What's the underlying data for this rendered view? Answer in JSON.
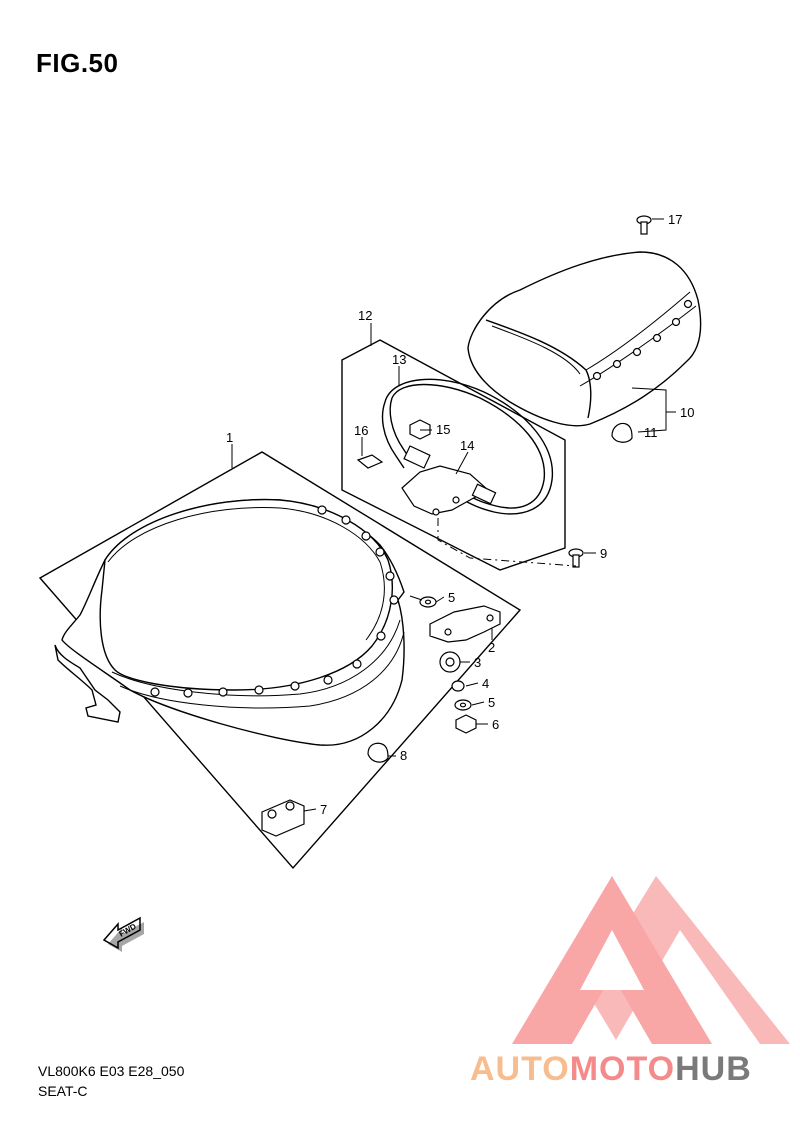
{
  "figure": {
    "title": "FIG.50",
    "drawing_code": "VL800K6 E03 E28_050",
    "section_name": "SEAT-C"
  },
  "callouts": [
    "1",
    "2",
    "3",
    "4",
    "5",
    "5",
    "6",
    "7",
    "8",
    "9",
    "10",
    "11",
    "12",
    "13",
    "14",
    "15",
    "16",
    "17"
  ],
  "direction_badge": "FWD",
  "watermark": {
    "part1": "AUTO",
    "part2": "MOTO",
    "part3": "HUB",
    "color_auto": "#f7bd8f",
    "color_moto": "#f58a8a",
    "color_hub": "#7a7a7a",
    "logo_color": "#f45f5f"
  }
}
